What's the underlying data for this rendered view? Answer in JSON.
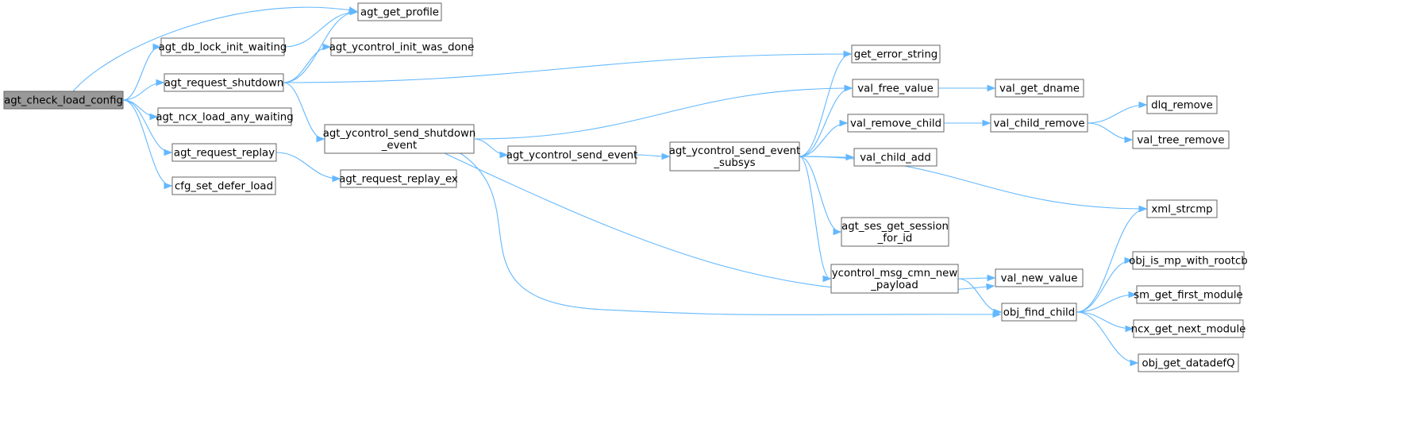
{
  "diagram": {
    "type": "call graph",
    "colors": {
      "edge": "#63b8ff",
      "node_border": "#666666",
      "root_fill": "#999999",
      "node_fill": "#ffffff"
    },
    "nodes": [
      {
        "id": "n0",
        "lines": [
          "agt_check_load_config"
        ],
        "root": true
      },
      {
        "id": "n1",
        "lines": [
          "agt_get_profile"
        ]
      },
      {
        "id": "n2",
        "lines": [
          "agt_db_lock_init_waiting"
        ]
      },
      {
        "id": "n3",
        "lines": [
          "agt_request_shutdown"
        ]
      },
      {
        "id": "n4",
        "lines": [
          "agt_ncx_load_any_waiting"
        ]
      },
      {
        "id": "n5",
        "lines": [
          "agt_request_replay"
        ]
      },
      {
        "id": "n6",
        "lines": [
          "cfg_set_defer_load"
        ]
      },
      {
        "id": "n7",
        "lines": [
          "agt_ycontrol_init_was_done"
        ]
      },
      {
        "id": "n8",
        "lines": [
          "agt_ycontrol_send_shutdown",
          "_event"
        ]
      },
      {
        "id": "n9",
        "lines": [
          "agt_request_replay_ex"
        ]
      },
      {
        "id": "n10",
        "lines": [
          "get_error_string"
        ]
      },
      {
        "id": "n11",
        "lines": [
          "agt_ycontrol_send_event"
        ]
      },
      {
        "id": "n12",
        "lines": [
          "agt_ycontrol_send_event",
          "_subsys"
        ]
      },
      {
        "id": "n13",
        "lines": [
          "val_free_value"
        ]
      },
      {
        "id": "n14",
        "lines": [
          "val_get_dname"
        ]
      },
      {
        "id": "n15",
        "lines": [
          "val_remove_child"
        ]
      },
      {
        "id": "n16",
        "lines": [
          "val_child_remove"
        ]
      },
      {
        "id": "n17",
        "lines": [
          "dlq_remove"
        ]
      },
      {
        "id": "n18",
        "lines": [
          "val_tree_remove"
        ]
      },
      {
        "id": "n19",
        "lines": [
          "val_child_add"
        ]
      },
      {
        "id": "n20",
        "lines": [
          "xml_strcmp"
        ]
      },
      {
        "id": "n21",
        "lines": [
          "agt_ses_get_session",
          "_for_id"
        ]
      },
      {
        "id": "n22",
        "lines": [
          "ycontrol_msg_cmn_new",
          "_payload"
        ]
      },
      {
        "id": "n23",
        "lines": [
          "val_new_value"
        ]
      },
      {
        "id": "n24",
        "lines": [
          "obj_find_child"
        ]
      },
      {
        "id": "n25",
        "lines": [
          "obj_is_mp_with_rootcb"
        ]
      },
      {
        "id": "n26",
        "lines": [
          "sm_get_first_module"
        ]
      },
      {
        "id": "n27",
        "lines": [
          "ncx_get_next_module"
        ]
      },
      {
        "id": "n28",
        "lines": [
          "obj_get_datadefQ"
        ]
      }
    ],
    "edges": [
      [
        "n0",
        "n1"
      ],
      [
        "n0",
        "n2"
      ],
      [
        "n0",
        "n3"
      ],
      [
        "n0",
        "n4"
      ],
      [
        "n0",
        "n5"
      ],
      [
        "n0",
        "n6"
      ],
      [
        "n2",
        "n1"
      ],
      [
        "n3",
        "n1"
      ],
      [
        "n3",
        "n7"
      ],
      [
        "n3",
        "n10"
      ],
      [
        "n3",
        "n8"
      ],
      [
        "n5",
        "n9"
      ],
      [
        "n8",
        "n13"
      ],
      [
        "n8",
        "n11"
      ],
      [
        "n8",
        "n23"
      ],
      [
        "n8",
        "n24"
      ],
      [
        "n11",
        "n12"
      ],
      [
        "n12",
        "n10"
      ],
      [
        "n12",
        "n13"
      ],
      [
        "n12",
        "n15"
      ],
      [
        "n12",
        "n19"
      ],
      [
        "n12",
        "n20"
      ],
      [
        "n12",
        "n21"
      ],
      [
        "n12",
        "n22"
      ],
      [
        "n13",
        "n14"
      ],
      [
        "n15",
        "n16"
      ],
      [
        "n16",
        "n17"
      ],
      [
        "n16",
        "n18"
      ],
      [
        "n22",
        "n23"
      ],
      [
        "n22",
        "n24"
      ],
      [
        "n24",
        "n20"
      ],
      [
        "n24",
        "n25"
      ],
      [
        "n24",
        "n26"
      ],
      [
        "n24",
        "n27"
      ],
      [
        "n24",
        "n28"
      ]
    ]
  }
}
